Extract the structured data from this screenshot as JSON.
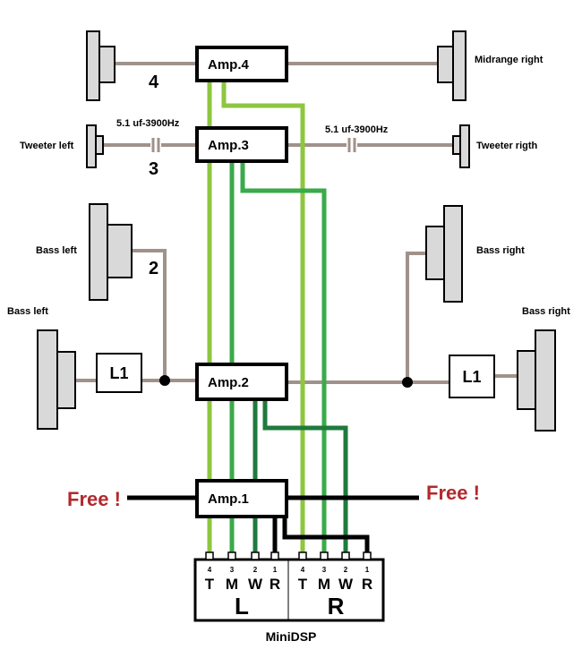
{
  "colors": {
    "brown_wire": "#a0928a",
    "lime": "#8dc63f",
    "green": "#3aaa4a",
    "dark_green": "#1f7a3c",
    "black": "#000000",
    "free_red": "#b3282d",
    "speaker_fill": "#d9d9d9"
  },
  "amps": {
    "amp4": "Amp.4",
    "amp3": "Amp.3",
    "amp2": "Amp.2",
    "amp1": "Amp.1"
  },
  "speakers": {
    "midrange_right": "Midrange right",
    "tweeter_left": "Tweeter left",
    "tweeter_right": "Tweeter  rigth",
    "bass_left_upper": "Bass left",
    "bass_right_upper": "Bass right",
    "bass_left_lower": "Bass left",
    "bass_right_lower": "Bass right"
  },
  "capacitors": {
    "left": "5.1 uf-3900Hz",
    "right": "5.1 uf-3900Hz"
  },
  "channel_numbers": {
    "n4": "4",
    "n3": "3",
    "n2": "2"
  },
  "inductors": {
    "left": "L1",
    "right": "L1"
  },
  "free": {
    "left": "Free !",
    "right": "Free !"
  },
  "minidsp": {
    "title": "MiniDSP",
    "left_side": "L",
    "right_side": "R",
    "pin_numbers": [
      "4",
      "3",
      "2",
      "1"
    ],
    "pin_letters": [
      "T",
      "M",
      "W",
      "R"
    ]
  }
}
